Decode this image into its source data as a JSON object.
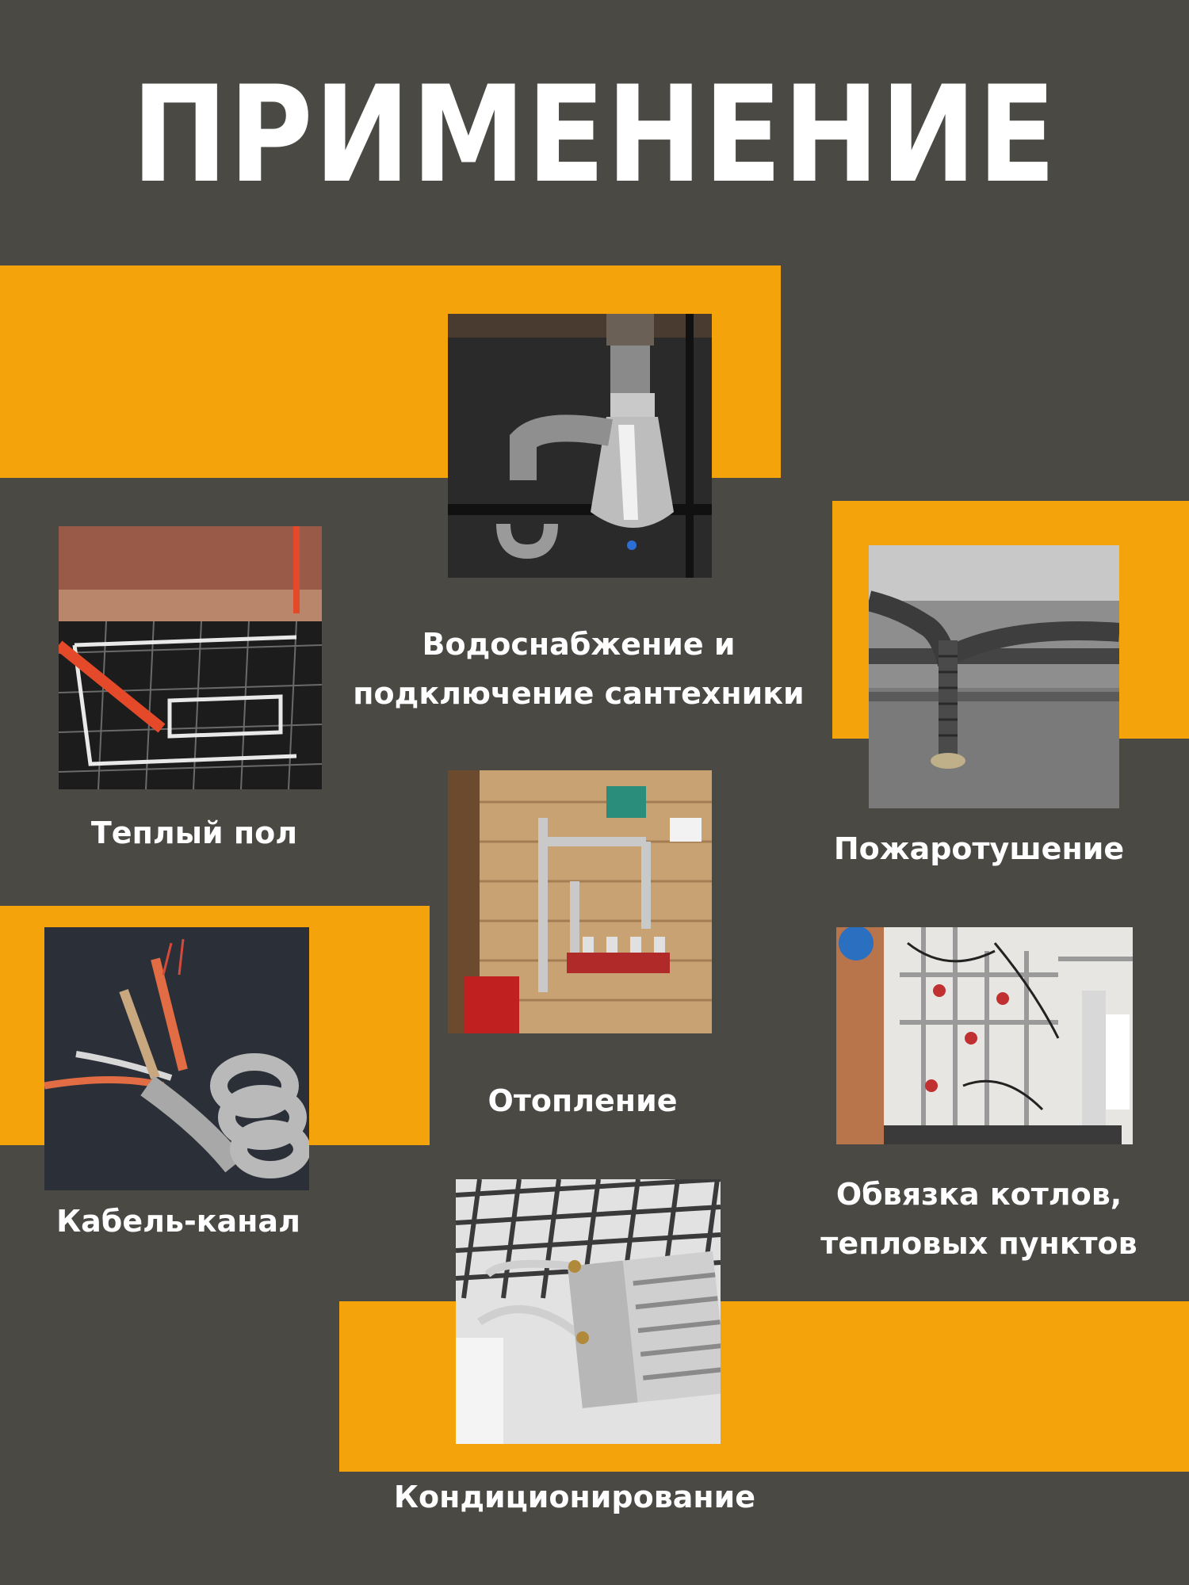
{
  "title": "ПРИМЕНЕНИЕ",
  "colors": {
    "background": "#4a4944",
    "accent": "#f5a30a",
    "text": "#ffffff"
  },
  "applications": [
    {
      "id": "water",
      "label": "Водоснабжение и\nподключение сантехники",
      "image": "sink-siphon-photo"
    },
    {
      "id": "floor",
      "label": "Теплый пол",
      "image": "heated-floor-photo"
    },
    {
      "id": "fire",
      "label": "Пожаротушение",
      "image": "sprinkler-pipe-photo"
    },
    {
      "id": "heating",
      "label": "Отопление",
      "image": "heating-manifold-photo"
    },
    {
      "id": "cable",
      "label": "Кабель-канал",
      "image": "cable-conduit-photo"
    },
    {
      "id": "boiler",
      "label": "Обвязка котлов,\nтепловых пунктов",
      "image": "boiler-room-photo"
    },
    {
      "id": "ac",
      "label": "Кондиционирование",
      "image": "air-heater-photo"
    }
  ]
}
